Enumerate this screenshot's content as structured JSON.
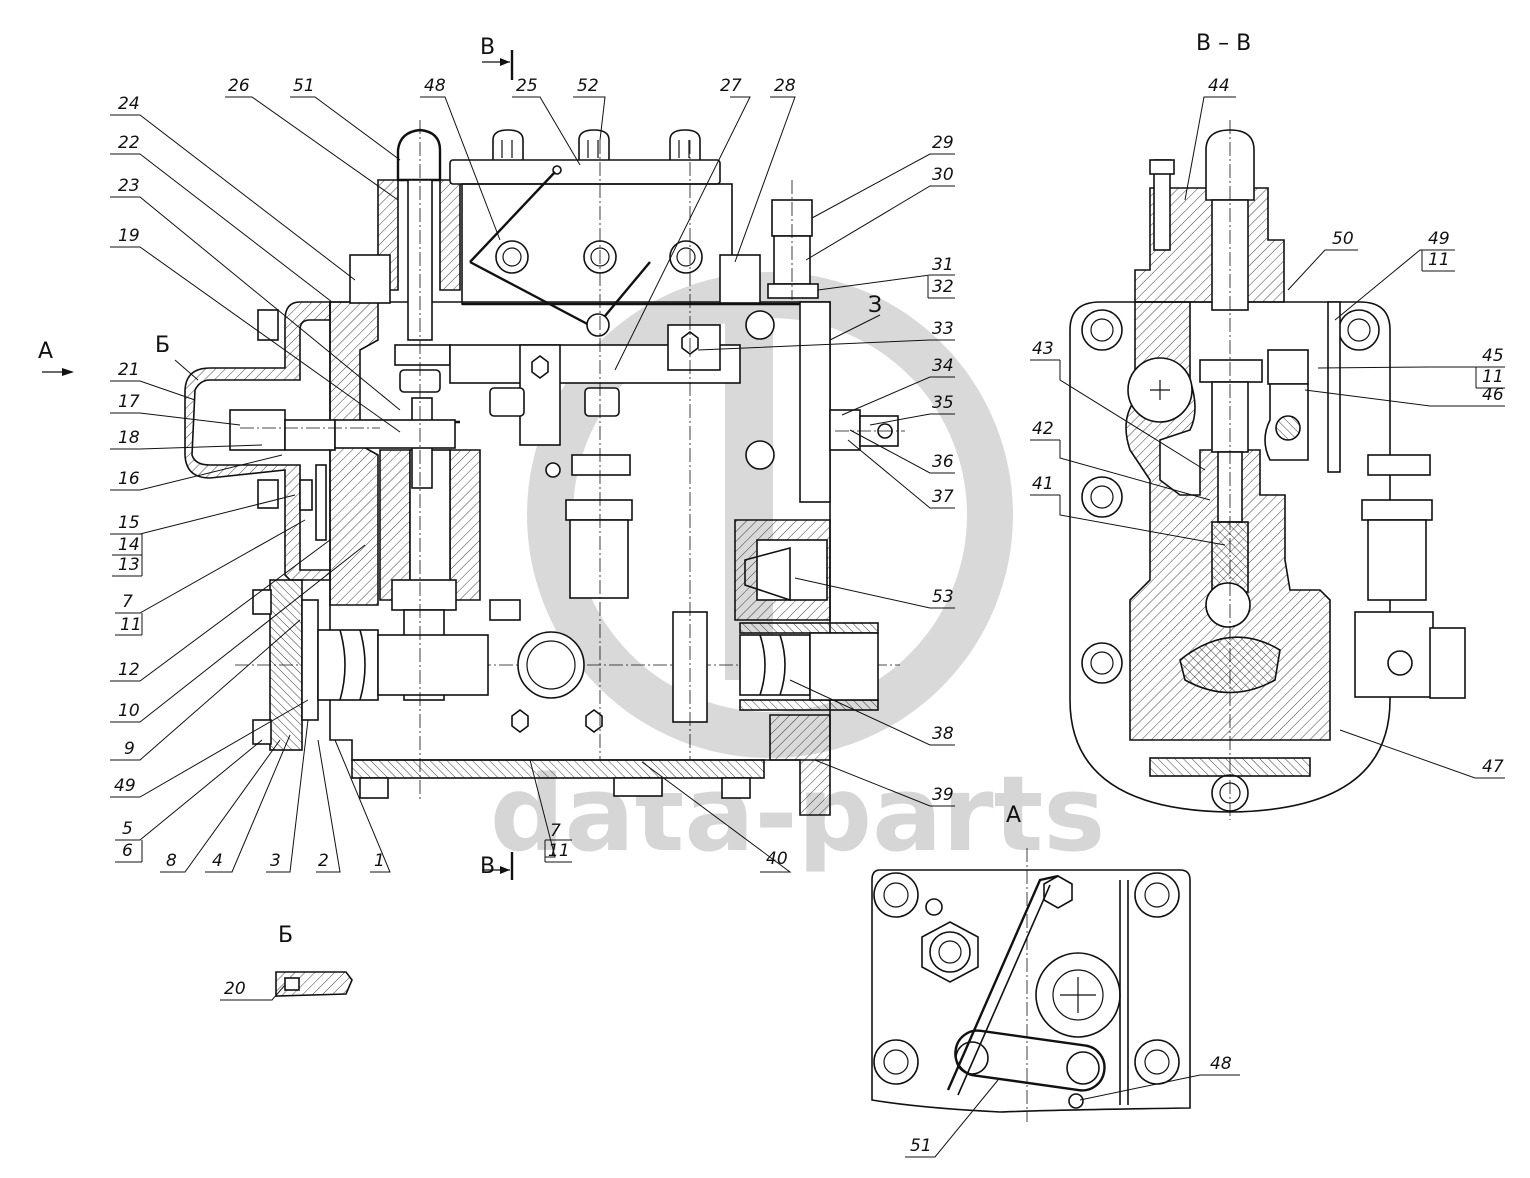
{
  "watermark": {
    "text": "data-parts",
    "color": "#d6d6d6"
  },
  "views": {
    "section_mark_top": "В",
    "section_mark_bottom": "В",
    "section_bb_title": "В – В",
    "view_a_title": "А",
    "view_a_arrow": "А",
    "detail_b_title": "Б",
    "detail_b_mark": "Б",
    "detail_z_mark": "З"
  },
  "callouts": {
    "main_left": [
      {
        "id": "c24",
        "text": "24"
      },
      {
        "id": "c22",
        "text": "22"
      },
      {
        "id": "c23",
        "text": "23"
      },
      {
        "id": "c19",
        "text": "19"
      },
      {
        "id": "c21",
        "text": "21"
      },
      {
        "id": "c17",
        "text": "17"
      },
      {
        "id": "c18",
        "text": "18"
      },
      {
        "id": "c16",
        "text": "16"
      },
      {
        "id": "c15",
        "text": "15",
        "sub": [
          "14",
          "13"
        ]
      },
      {
        "id": "c7a",
        "text": "7",
        "sub": [
          "11"
        ]
      },
      {
        "id": "c12",
        "text": "12"
      },
      {
        "id": "c10",
        "text": "10"
      },
      {
        "id": "c9",
        "text": "9"
      },
      {
        "id": "c49a",
        "text": "49"
      },
      {
        "id": "c5",
        "text": "5",
        "sub": [
          "6"
        ]
      }
    ],
    "main_bottom": [
      {
        "id": "c8",
        "text": "8"
      },
      {
        "id": "c4",
        "text": "4"
      },
      {
        "id": "c3",
        "text": "3"
      },
      {
        "id": "c2",
        "text": "2"
      },
      {
        "id": "c1",
        "text": "1"
      },
      {
        "id": "c7b",
        "text": "7",
        "sub": [
          "11"
        ]
      },
      {
        "id": "c40",
        "text": "40"
      }
    ],
    "main_top": [
      {
        "id": "c26",
        "text": "26"
      },
      {
        "id": "c51a",
        "text": "51"
      },
      {
        "id": "c48a",
        "text": "48"
      },
      {
        "id": "c25",
        "text": "25"
      },
      {
        "id": "c52",
        "text": "52"
      },
      {
        "id": "c27",
        "text": "27"
      },
      {
        "id": "c28",
        "text": "28"
      }
    ],
    "main_right": [
      {
        "id": "c29",
        "text": "29"
      },
      {
        "id": "c30",
        "text": "30"
      },
      {
        "id": "c31",
        "text": "31",
        "sub": [
          "32"
        ]
      },
      {
        "id": "c33",
        "text": "33"
      },
      {
        "id": "c34",
        "text": "34"
      },
      {
        "id": "c35",
        "text": "35"
      },
      {
        "id": "c36",
        "text": "36"
      },
      {
        "id": "c37",
        "text": "37"
      },
      {
        "id": "c53",
        "text": "53"
      },
      {
        "id": "c38",
        "text": "38"
      },
      {
        "id": "c39",
        "text": "39"
      }
    ],
    "section_bb": [
      {
        "id": "c44",
        "text": "44"
      },
      {
        "id": "c50",
        "text": "50"
      },
      {
        "id": "c49b",
        "text": "49",
        "sub": [
          "11"
        ]
      },
      {
        "id": "c45",
        "text": "45",
        "sub": [
          "11"
        ]
      },
      {
        "id": "c46",
        "text": "46"
      },
      {
        "id": "c43",
        "text": "43"
      },
      {
        "id": "c42",
        "text": "42"
      },
      {
        "id": "c41",
        "text": "41"
      },
      {
        "id": "c47",
        "text": "47"
      }
    ],
    "view_a": [
      {
        "id": "c48b",
        "text": "48"
      },
      {
        "id": "c51b",
        "text": "51"
      }
    ],
    "detail_b": [
      {
        "id": "c20",
        "text": "20"
      }
    ]
  }
}
